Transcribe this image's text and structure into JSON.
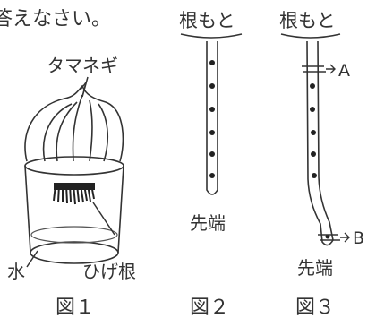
{
  "question_tail": "答えなさい。",
  "figure1": {
    "caption": "図１",
    "onion_label": "タマネギ",
    "water_label": "水",
    "roots_label": "ひげ根"
  },
  "figure2": {
    "caption": "図２",
    "base_label": "根もと",
    "tip_label": "先端"
  },
  "figure3": {
    "caption": "図３",
    "base_label": "根もと",
    "tip_label": "先端",
    "mark_a": "A",
    "mark_b": "B"
  }
}
